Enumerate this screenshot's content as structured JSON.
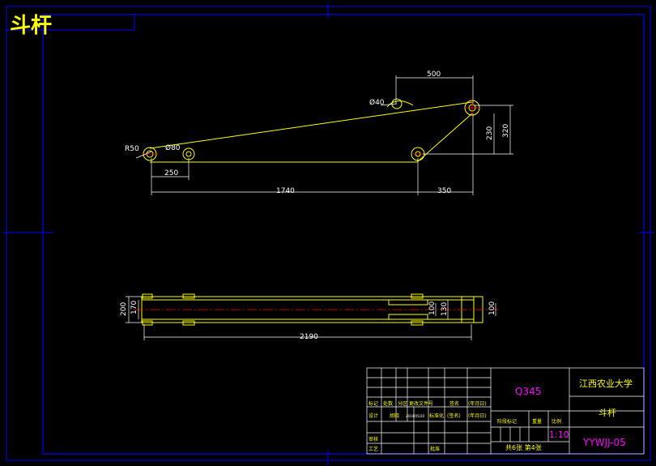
{
  "title": "斗杆",
  "dims": {
    "top_width": "500",
    "pin_dia_small": "Ø40",
    "radius": "R50",
    "pin_dia_large": "Ø80",
    "offset_250": "250",
    "span_1740": "1740",
    "span_350": "350",
    "height_230": "230",
    "height_320": "320",
    "width_200": "200",
    "width_170": "170",
    "length_2190": "2190",
    "slot_100a": "100",
    "slot_130": "130",
    "slot_100b": "100"
  },
  "title_block": {
    "material": "Q345",
    "university": "江西农业大学",
    "part_name": "斗杆",
    "drawing_no": "YYWJJ-05",
    "scale": "1:10",
    "sheets": "共6张 第4张",
    "stage_mark": "阶段标记",
    "weight": "重量",
    "ratio": "比例",
    "mark": "标记",
    "count": "处数",
    "zone": "分区",
    "change_doc": "更改文件号",
    "signature": "签名",
    "date": "(年月日)",
    "design": "设计",
    "designer": "胡晓",
    "date_val": "2014/05/20",
    "standardization": "标准化",
    "sign2": "(签名)",
    "date2": "(年月日)",
    "review": "审核",
    "process": "工艺",
    "approve": "批准"
  },
  "colors": {
    "frame": "#0000ff",
    "outline": "#ffff00",
    "dimension": "#ffffff",
    "centerline": "#ff0000",
    "title_block_text": "#ffff00",
    "material_text": "#ff00ff"
  }
}
